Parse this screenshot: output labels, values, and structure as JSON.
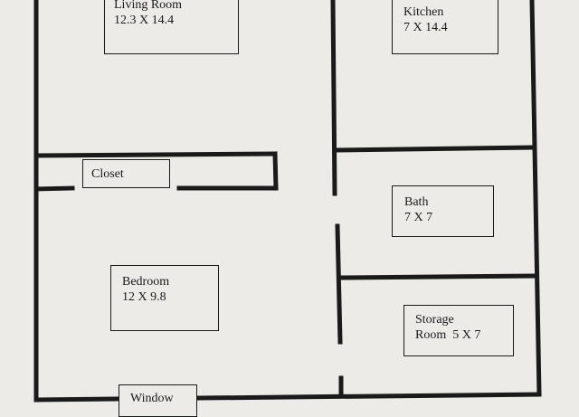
{
  "rooms": {
    "living_room": {
      "name": "Living Room",
      "dimensions": "12.3 X 14.4"
    },
    "kitchen": {
      "name": "Kitchen",
      "dimensions": "7 X 14.4"
    },
    "closet": {
      "name": "Closet"
    },
    "bath": {
      "name": "Bath",
      "dimensions": "7 X 7"
    },
    "bedroom": {
      "name": "Bedroom",
      "dimensions": "12 X 9.8"
    },
    "storage": {
      "name": "Storage",
      "dimensions": "Room  5 X 7"
    }
  },
  "window": {
    "label": "Window"
  },
  "colors": {
    "ink": "#1a1a1a",
    "paper": "#ecebe8"
  }
}
